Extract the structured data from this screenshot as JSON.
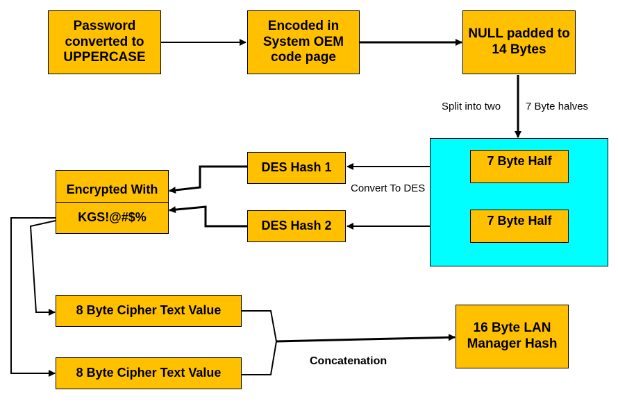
{
  "boxes": {
    "uppercase": "Password\nconverted to\nUPPERCASE",
    "oem": "Encoded in\nSystem OEM\ncode page",
    "null_padded": "NULL padded to\n14 Bytes",
    "half1": "7 Byte Half",
    "half2": "7 Byte Half",
    "des1": "DES Hash 1",
    "des2": "DES Hash 2",
    "encrypted_with": "Encrypted With",
    "key": "KGS!@#$%",
    "cipher1": "8 Byte Cipher Text Value",
    "cipher2": "8 Byte Cipher Text Value",
    "lm_hash": "16 Byte LAN\nManager Hash"
  },
  "labels": {
    "split_a": "Split into two",
    "split_b": "7 Byte halves",
    "convert": "Convert To DES",
    "concat": "Concatenation"
  },
  "colors": {
    "box_fill": "#FFC000",
    "panel_fill": "#00FFFF"
  }
}
